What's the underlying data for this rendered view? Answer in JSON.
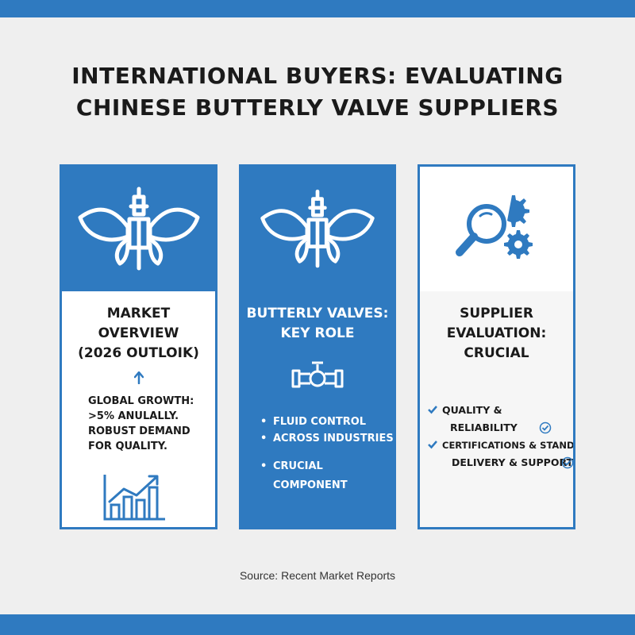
{
  "title": {
    "line1": "INTERNATIONAL BUYERS: EVALUATING",
    "line2": "CHINESE BUTTERLY VALVE SUPPLIERS"
  },
  "colors": {
    "accent": "#2f7ac0",
    "background": "#efefef"
  },
  "cards": [
    {
      "icon": "butterfly-valve-icon",
      "heading": [
        "MARKET",
        "OVERVIEW",
        "(2026 OUTLOIK)"
      ],
      "arrow_icon": "arrow-up-icon",
      "text": [
        "GLOBAL GROWTH:",
        ">5% ANULALLY.",
        "ROBUST DEMAND",
        "FOR QUALITY."
      ],
      "chart_icon": "growth-chart-icon"
    },
    {
      "icon": "butterfly-valve-icon",
      "heading": [
        "BUTTERLY VALVES:",
        "KEY ROLE"
      ],
      "pipe_icon": "pipe-valve-icon",
      "bullets": [
        {
          "lines": [
            "FLUID CONTROL"
          ]
        },
        {
          "lines": [
            "ACROSS INDUSTRIES"
          ]
        },
        {
          "lines": [
            "CRUCIAL",
            "COMPONENT"
          ]
        }
      ]
    },
    {
      "icon": "magnifier-gears-icon",
      "heading": [
        "SUPPLIER",
        "EVALUATION:",
        "CRUCIAL"
      ],
      "checks": [
        {
          "line1": "QUALITY &",
          "line2": "RELIABILITY"
        },
        {
          "line1": "CERTIFICATIONS & STANDARDS",
          "line2": "DELIVERY & SUPPORT"
        }
      ]
    }
  ],
  "source": "Source: Recent Market Reports"
}
